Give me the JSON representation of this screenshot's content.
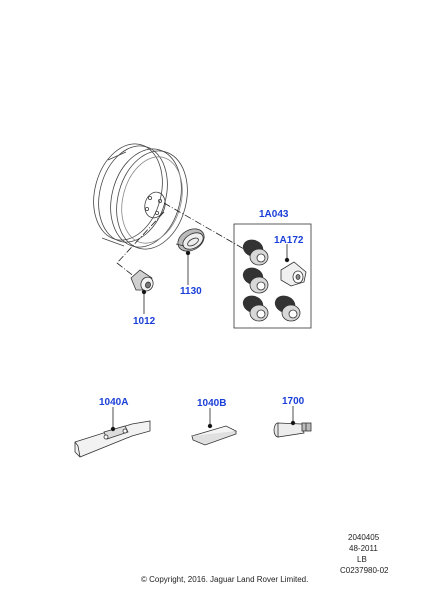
{
  "callouts": {
    "p1A043": "1A043",
    "p1A172": "1A172",
    "p1130": "1130",
    "p1012": "1012",
    "p1040A": "1040A",
    "p1040B": "1040B",
    "p1700": "1700"
  },
  "footer": {
    "line1": "2040405",
    "line2": "48-2011",
    "line3": "LB",
    "line4": "C0237980-02",
    "copyright": "© Copyright, 2016. Jaguar Land Rover Limited."
  },
  "colors": {
    "callout": "#1a3fd8",
    "line": "#222222"
  }
}
